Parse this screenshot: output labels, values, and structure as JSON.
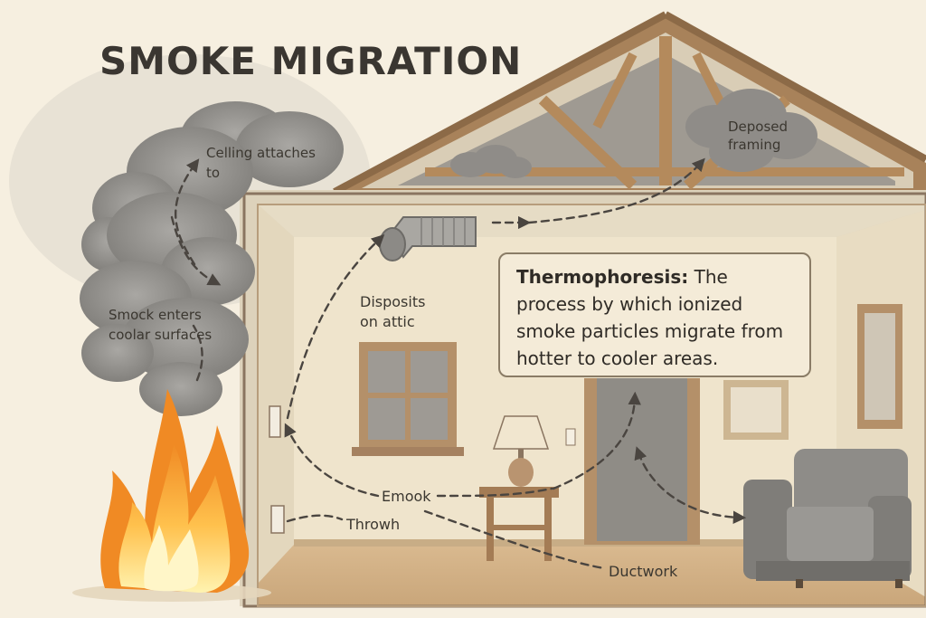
{
  "title": "SMOKE MIGRATION",
  "labels": {
    "ceiling_attaches_line1": "Celling attaches",
    "ceiling_attaches_line2": "to",
    "deposed_line1": "Deposed",
    "deposed_line2": "framing",
    "smoke_enters_line1": "Smock enters",
    "smoke_enters_line2": "coolar surfaces",
    "disposits_line1": "Disposits",
    "disposits_line2": "on attic",
    "emook": "Emook",
    "throwh": "Throwh",
    "ductwork": "Ductwork"
  },
  "definition": {
    "term": "Thermophoresis:",
    "text": "The process by which ionized smoke particles migrate from hotter to cooler areas."
  },
  "colors": {
    "background": "#f6efe0",
    "smoke": "#8c8a86",
    "wood": "#b08a63",
    "flame_outer": "#f5a23c",
    "flame_inner": "#ffe08a",
    "arrow": "#4a4540"
  }
}
